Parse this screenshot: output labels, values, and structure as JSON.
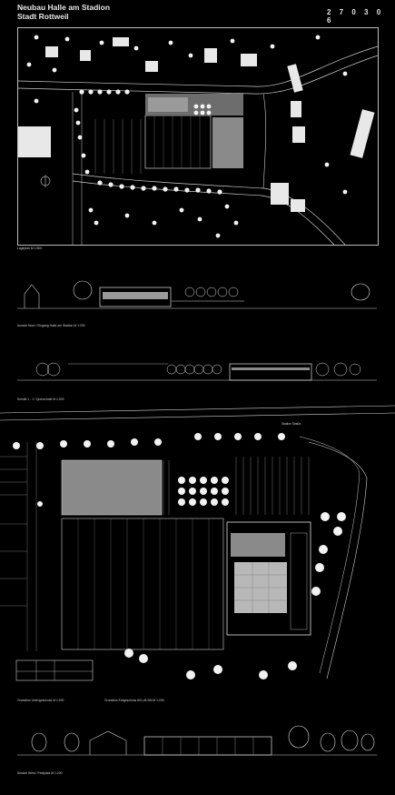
{
  "header": {
    "title_line1": "Neubau Halle am Stadion",
    "title_line2": "Stadt Rottweil",
    "competition_code": "2 7 0 3 0 6"
  },
  "captions": {
    "site_plan": "Lageplan M 1:500",
    "elevation_north": "Ansicht Nord / Eingang Halle am Stadion M 1:200",
    "section": "Schnitt 1 - 1 / Querschnitt M 1:200",
    "floor_plan_lower": "Grundriss Untergeschoss M 1:200",
    "floor_plan_ground": "Grundriss Erdgeschoss 601,45 NN M 1:200",
    "elevation_west": "Ansicht West / Festplatz M 1:200"
  },
  "labels": {
    "road_label": "Stadion Straße"
  },
  "colors": {
    "background": "#000000",
    "line": "#cfcfcf",
    "building_fill": "#e8e8e8",
    "hall_fill": "#8a8a8a",
    "court_fill": "#b8b8b8"
  }
}
